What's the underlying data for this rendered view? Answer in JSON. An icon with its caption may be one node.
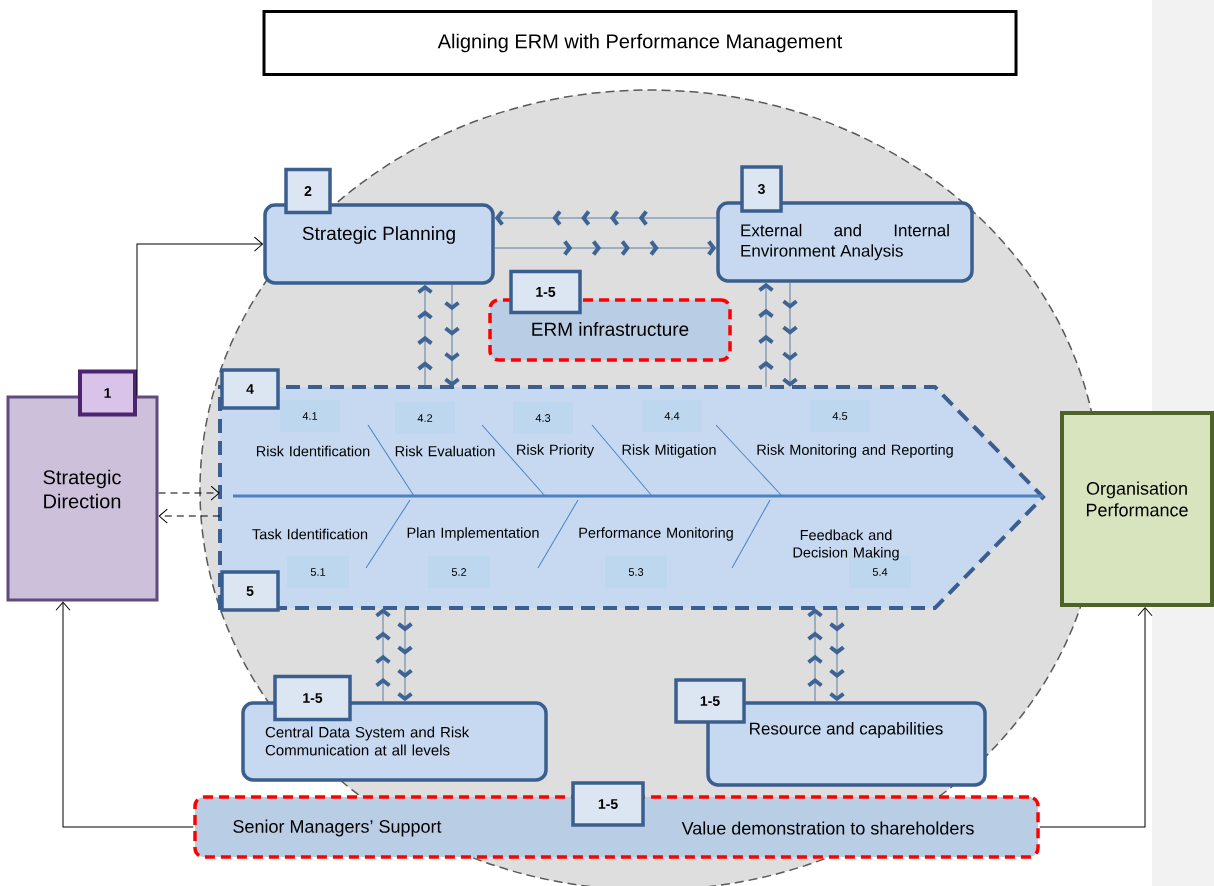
{
  "diagram": {
    "title": "Aligning ERM with Performance Management",
    "nodes": [
      {
        "text": [
          "1",
          "Strategic Direction"
        ]
      },
      {
        "text": [
          "2",
          "Strategic Planning"
        ]
      },
      {
        "text": [
          "3",
          "External and Internal Environment Analysis"
        ]
      },
      {
        "text": [
          "1-5",
          "ERM infrastructure"
        ]
      },
      {
        "text": [
          "4",
          "5"
        ]
      },
      {
        "text": [
          "4.1"
        ],
        "beside": [
          "Risk Identification"
        ],
        "in": 4
      },
      {
        "text": [
          "4.2"
        ],
        "beside": [
          "Risk Evaluation"
        ],
        "in": 4
      },
      {
        "text": [
          "4.3"
        ],
        "beside": [
          "Risk Priority"
        ],
        "in": 4
      },
      {
        "text": [
          "4.4"
        ],
        "beside": [
          "Risk Mitigation"
        ],
        "in": 4
      },
      {
        "text": [
          "4.5"
        ],
        "beside": [
          "Risk Monitoring and Reporting"
        ],
        "in": 4
      },
      {
        "text": [
          "5.1"
        ],
        "beside": [
          "Task Identification"
        ],
        "in": 4
      },
      {
        "text": [
          "5.2"
        ],
        "beside": [
          "Plan Implementation"
        ],
        "in": 4
      },
      {
        "text": [
          "5.3"
        ],
        "beside": [
          "Performance Monitoring"
        ],
        "in": 4
      },
      {
        "text": [
          "5.4"
        ],
        "beside": [
          "Feedback and Decision Making"
        ],
        "in": 4
      },
      {
        "text": [
          "Organisation Performance"
        ]
      },
      {
        "text": [
          "1-5",
          "Central Data System and Risk Communication at all levels"
        ]
      },
      {
        "text": [
          "1-5",
          "Resource and capabilities"
        ]
      },
      {
        "text": [
          "1-5",
          "Senior Managers’ Support",
          "Value demonstration to shareholders"
        ]
      }
    ],
    "edges": [
      {
        "from": 0,
        "to": 1,
        "arrow": "to",
        "color": "#000000"
      },
      {
        "from": 0,
        "to": 4,
        "arrow": "to",
        "style": "dashed",
        "color": "#000000"
      },
      {
        "from": 4,
        "to": 0,
        "arrow": "to",
        "style": "dashed",
        "color": "#000000"
      },
      {
        "from": 2,
        "to": 1,
        "arrow": "to",
        "color": "#3d6494"
      },
      {
        "from": 1,
        "to": 2,
        "arrow": "to",
        "color": "#3d6494"
      },
      {
        "from": 4,
        "to": 1,
        "arrow": "to",
        "color": "#3d6494"
      },
      {
        "from": 1,
        "to": 4,
        "arrow": "to",
        "color": "#3d6494"
      },
      {
        "from": 4,
        "to": 2,
        "arrow": "to",
        "color": "#3d6494"
      },
      {
        "from": 2,
        "to": 4,
        "arrow": "to",
        "color": "#3d6494"
      },
      {
        "from": 15,
        "to": 4,
        "arrow": "to",
        "color": "#3d6494"
      },
      {
        "from": 4,
        "to": 15,
        "arrow": "to",
        "color": "#3d6494"
      },
      {
        "from": 16,
        "to": 4,
        "arrow": "to",
        "color": "#3d6494"
      },
      {
        "from": 4,
        "to": 16,
        "arrow": "to",
        "color": "#3d6494"
      },
      {
        "from": 17,
        "to": 0,
        "arrow": "to",
        "color": "#000000"
      },
      {
        "from": 17,
        "to": 14,
        "arrow": "to",
        "color": "#000000"
      }
    ]
  }
}
